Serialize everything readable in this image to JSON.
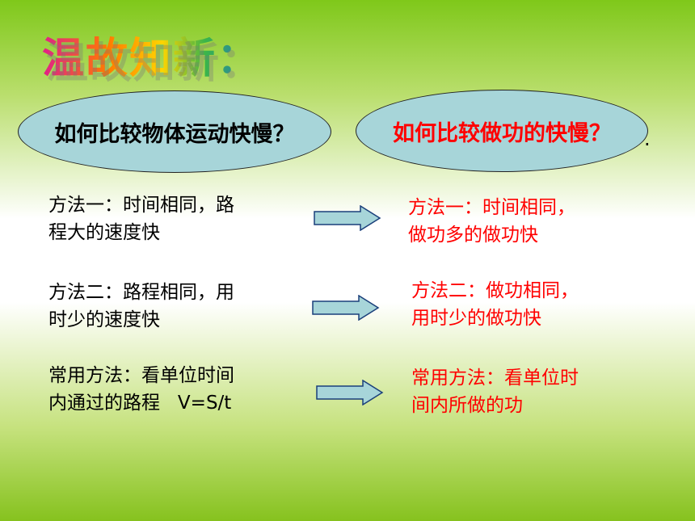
{
  "title": "温故知新：",
  "left_question": "如何比较物体运动快慢？",
  "right_question": "如何比较做功的快慢？",
  "trailing_dot": ".",
  "left_methods": [
    {
      "line1": "方法一：时间相同，路",
      "line2": "程大的速度快"
    },
    {
      "line1": "方法二：路程相同，用",
      "line2": "时少的速度快"
    },
    {
      "line1": "常用方法：看单位时间",
      "line2": "内通过的路程   V=S/t"
    }
  ],
  "right_methods": [
    {
      "line1": "方法一：时间相同，",
      "line2": "做功多的做功快"
    },
    {
      "line1": "方法二：做功相同，",
      "line2": "用时少的做功快"
    },
    {
      "line1": "常用方法：看单位时",
      "line2": "间内所做的功"
    }
  ],
  "colors": {
    "oval_fill": "#a7d5d9",
    "arrow_fill": "#a7d5d9",
    "highlight": "#ff0000",
    "background_green": "#86c21e"
  }
}
